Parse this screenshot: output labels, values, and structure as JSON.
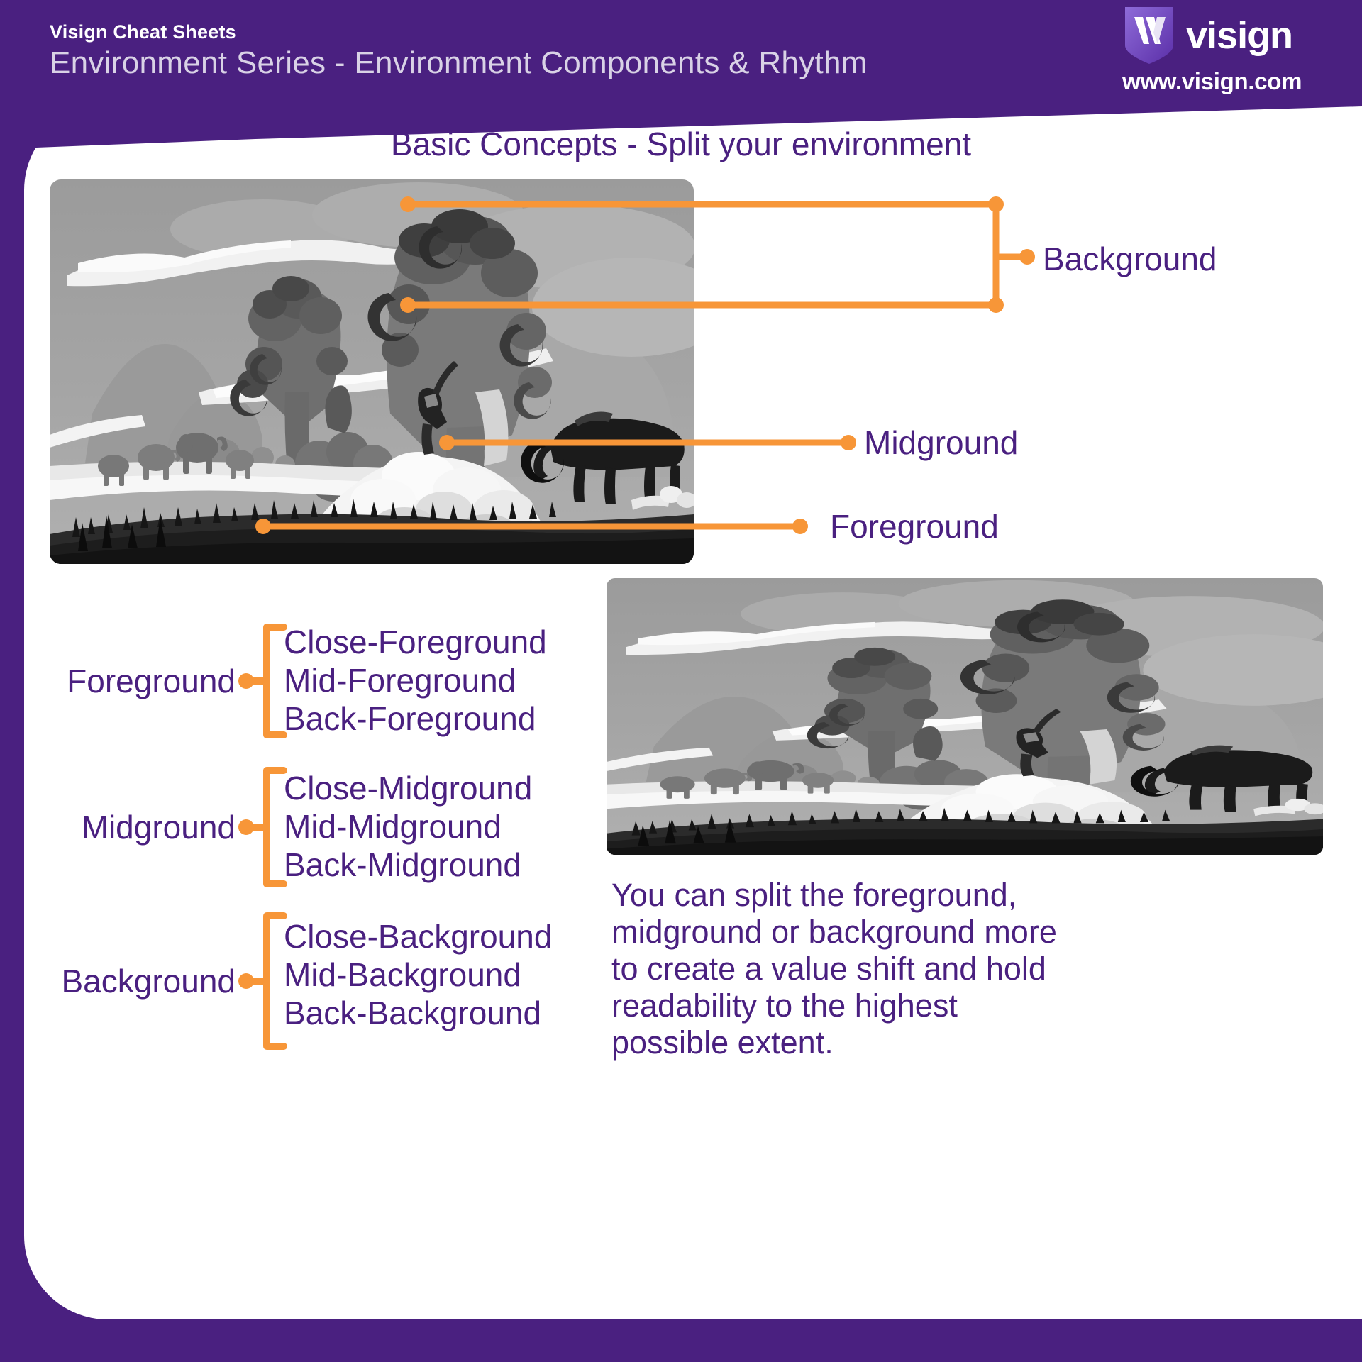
{
  "header": {
    "brand_line": "Visign Cheat Sheets",
    "series_title": "Environment Series - Environment Components & Rhythm",
    "logo_word": "visign",
    "logo_url": "www.visign.com",
    "logo_icon": "shield-w-logo-icon",
    "bg_color": "#4A2080",
    "text_color": "#ffffff",
    "subtitle_color": "#d9d2e6"
  },
  "section": {
    "title": "Basic Concepts - Split your environment"
  },
  "colors": {
    "purple": "#4A2080",
    "orange": "#F79638",
    "card_white": "#ffffff"
  },
  "main_diagram": {
    "image_name": "environment-concept-art-grayscale",
    "annotations": [
      {
        "label": "Background",
        "kind": "bracket",
        "targets": 2
      },
      {
        "label": "Midground",
        "kind": "line",
        "targets": 1
      },
      {
        "label": "Foreground",
        "kind": "line",
        "targets": 1
      }
    ]
  },
  "split_groups": [
    {
      "main": "Foreground",
      "items": [
        "Close-Foreground",
        "Mid-Foreground",
        "Back-Foreground"
      ]
    },
    {
      "main": "Midground",
      "items": [
        "Close-Midground",
        "Mid-Midground",
        "Back-Midground"
      ]
    },
    {
      "main": "Background",
      "items": [
        "Close-Background",
        "Mid-Background",
        "Back-Background"
      ]
    }
  ],
  "thumb": {
    "image_name": "environment-concept-art-thumbnail"
  },
  "caption": {
    "text": "You can split the foreground, midground or background more to create a value shift and hold readability to the highest possible extent."
  }
}
